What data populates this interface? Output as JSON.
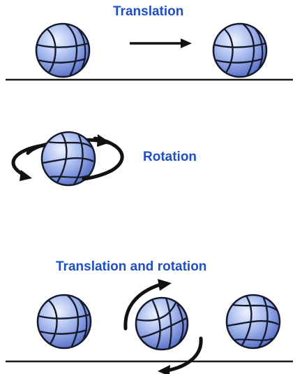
{
  "labels": {
    "translation": "Translation",
    "rotation": "Rotation",
    "translation_and_rotation": "Translation and rotation"
  },
  "colors": {
    "label_text": "#1f4fc1",
    "ball_fill_light": "#e6eefc",
    "ball_fill_dark": "#5f79cf",
    "ball_seam": "#151a2c",
    "ground_line": "#1a1a1a",
    "arrow": "#111111"
  },
  "icons": {
    "ball": "basketball-icon",
    "arrows": [
      "right-arrow-icon",
      "rotation-arrow-icon"
    ]
  }
}
